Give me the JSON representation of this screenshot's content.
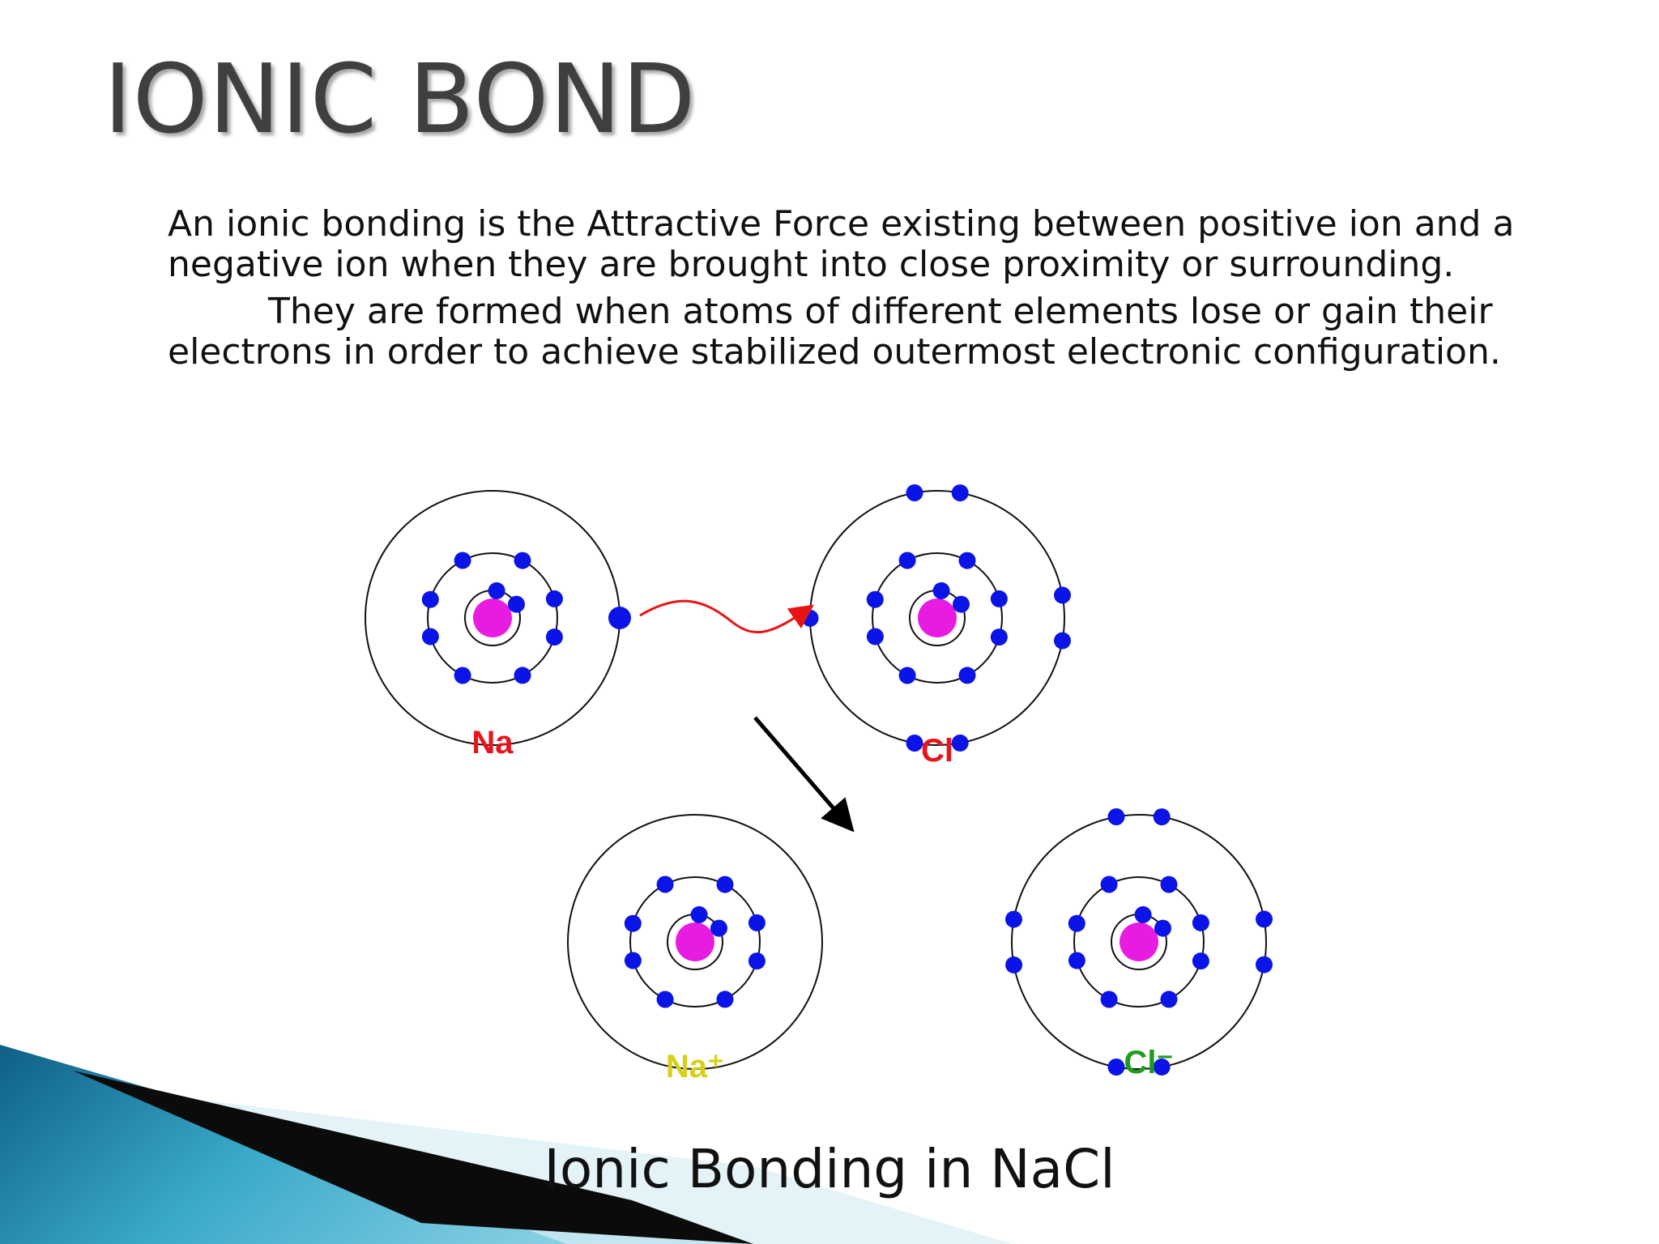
{
  "slide": {
    "title": "IONIC BOND",
    "paragraph1": "An ionic bonding is the Attractive Force existing between positive ion and a negative ion when they are brought into close proximity or surrounding.",
    "paragraph2": "They are formed when atoms of different elements lose or gain their electrons in order to achieve stabilized outermost electronic configuration.",
    "caption": "Ionic Bonding in NaCl"
  },
  "diagram": {
    "atoms": [
      {
        "label": "Na",
        "label_color": "#e8141c",
        "shells": [
          2,
          8,
          1
        ]
      },
      {
        "label": "Cl",
        "label_color": "#e8141c",
        "shells": [
          2,
          8,
          7
        ]
      },
      {
        "label": "Na⁺",
        "label_color": "#d8cf1a",
        "shells": [
          2,
          8,
          0
        ]
      },
      {
        "label": "Cl⁻",
        "label_color": "#1f9c1f",
        "shells": [
          2,
          8,
          8
        ]
      }
    ]
  },
  "colors": {
    "nucleus": "#e81ce0",
    "electron": "#0a14e6",
    "transfer_arrow": "#e81414",
    "reaction_arrow": "#000000",
    "accent_teal": "#1b8fb0"
  }
}
